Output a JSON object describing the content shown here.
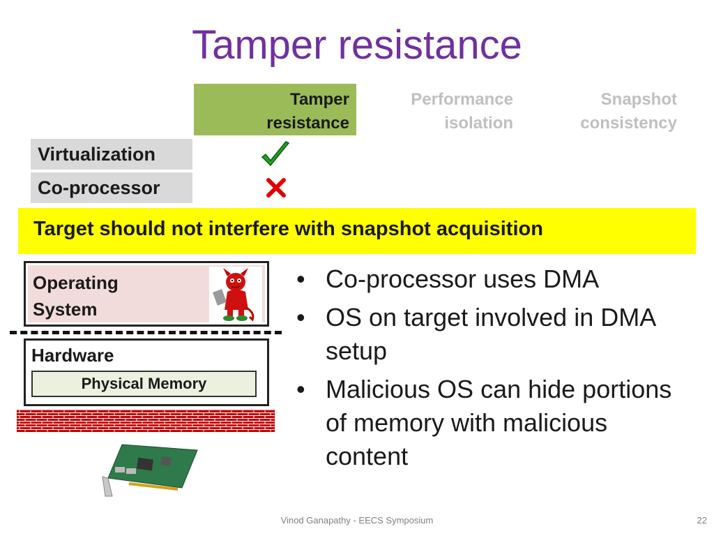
{
  "slide": {
    "title": "Tamper resistance",
    "columns": [
      {
        "line1": "Tamper",
        "line2": "resistance"
      },
      {
        "line1": "Performance",
        "line2": "isolation"
      },
      {
        "line1": "Snapshot",
        "line2": "consistency"
      }
    ],
    "rows": [
      {
        "label": "Virtualization",
        "mark": "check-icon"
      },
      {
        "label": "Co-processor",
        "mark": "cross-icon"
      }
    ],
    "banner": "Target should not interfere with snapshot acquisition",
    "diagram": {
      "os_label": "Operating System",
      "hardware_label": "Hardware",
      "memory_label": "Physical Memory"
    },
    "bullets": [
      "Co-processor uses DMA",
      "OS on target involved in DMA setup",
      "Malicious OS can hide portions of memory with malicious content"
    ],
    "footer": "Vinod Ganapathy - EECS Symposium",
    "page_number": "22",
    "colors": {
      "title": "#7030a0",
      "active_column": "#9bbb59",
      "banner": "#ffff00",
      "wall": "#c00000"
    }
  }
}
